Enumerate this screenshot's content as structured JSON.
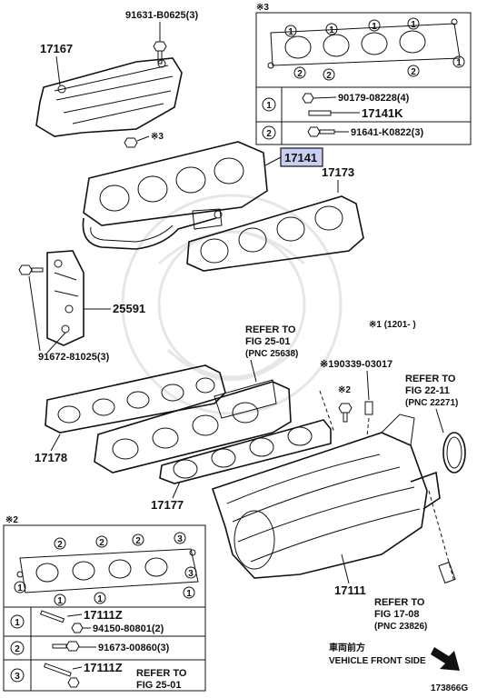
{
  "labels": {
    "bolt_top": "91631-B0625(3)",
    "heat_insulator": "17167",
    "gasket_kit_marker": "※3",
    "fastener_marker": "※3",
    "manifold": "17141",
    "manifold_gasket": "17173",
    "bracket": "25591",
    "bracket_bolt": "91672-81025(3)",
    "refer_251_l1": "REFER TO",
    "refer_251_l2": "FIG 25-01",
    "refer_251_l3": "(PNC 25638)",
    "footnote": "※1 (1201-  )",
    "pin_part": "※190339-03017",
    "refer_221_l1": "REFER TO",
    "refer_221_l2": "FIG 22-11",
    "refer_221_l3": "(PNC 22271)",
    "stud_marker": "※2",
    "intake_gasket": "17178",
    "intake_gasket_2": "17177",
    "intake_manifold": "17111",
    "refer_170_l1": "REFER TO",
    "refer_170_l2": "FIG 17-08",
    "refer_170_l3": "(PNC 23826)",
    "front_jp": "車両前方",
    "front_en": "VEHICLE FRONT SIDE",
    "fig_id": "173866G"
  },
  "box_top": {
    "marker": "※3",
    "callouts": [
      "1",
      "1",
      "1",
      "1",
      "2",
      "2",
      "2",
      "1"
    ],
    "rows": [
      {
        "num": "1",
        "part": "90179-08228(4)",
        "part2": "17141K"
      },
      {
        "num": "2",
        "part": "91641-K0822(3)"
      }
    ]
  },
  "box_bottom": {
    "marker": "※2",
    "callouts": [
      "2",
      "2",
      "2",
      "3",
      "3",
      "1",
      "1",
      "1",
      "1"
    ],
    "rows": [
      {
        "num": "1",
        "part": "17111Z",
        "part2": "94150-80801(2)"
      },
      {
        "num": "2",
        "part": "91673-00860(3)"
      },
      {
        "num": "3",
        "part": "17111Z",
        "refer_l1": "REFER TO",
        "refer_l2": "FIG 25-01"
      }
    ]
  }
}
